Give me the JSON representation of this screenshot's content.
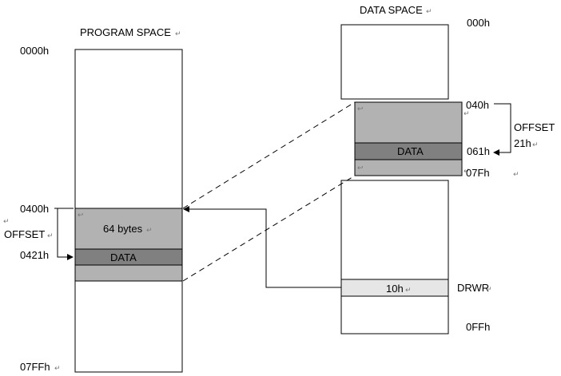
{
  "program_space": {
    "title": "PROGRAM SPACE",
    "addr_start": "0000h",
    "addr_block": "0400h",
    "addr_offset": "0421h",
    "addr_end": "07FFh",
    "offset_label": "OFFSET",
    "block_label": "64 bytes",
    "data_label": "DATA"
  },
  "data_space": {
    "title": "DATA SPACE",
    "addr_start": "000h",
    "addr_block": "040h",
    "addr_data": "061h",
    "addr_block_end": "07Fh",
    "offset_label": "OFFSET",
    "offset_value": "21h",
    "data_label": "DATA",
    "register_value": "10h",
    "register_label": "DRWR",
    "addr_end": "0FFh"
  },
  "marks": {
    "paragraph": "↵",
    "anchor": "↩"
  },
  "colors": {
    "block_fill": "#b2b2b2",
    "data_fill": "#808080",
    "register_fill": "#e6e6e6",
    "outline": "#000000"
  }
}
